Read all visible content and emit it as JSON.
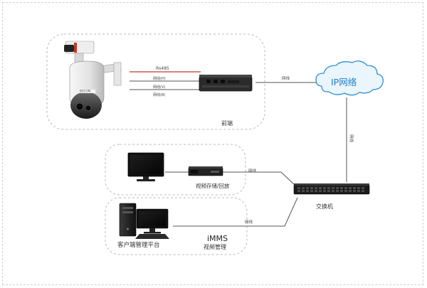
{
  "diagram": {
    "front_end_label": "前端",
    "rs485_label": "Rs485",
    "line_h_label": "网线(H)",
    "line_v_label": "网线(V)",
    "line_b_label": "网线(B)",
    "ip_network_label": "IP网络",
    "cable_label": "网线",
    "switch_label": "交换机",
    "storage_label": "视频存储/回放",
    "client_label": "客户端管理平台",
    "imms_label": "iMMS",
    "imms_sub_label": "视频管理",
    "camera_brand": "BOCOM"
  },
  "colors": {
    "rs485_line": "#c0392b",
    "cloud_fill": "#eaf5fc",
    "cloud_stroke": "#2f8fd0",
    "cloud_text": "#1f7fc4",
    "group_border": "#b9b9b9"
  }
}
